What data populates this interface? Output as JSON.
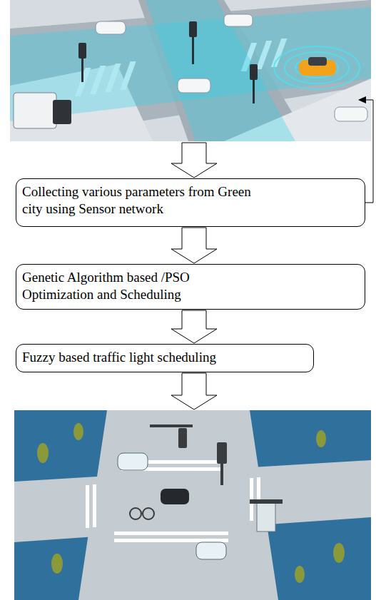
{
  "diagram": {
    "nodes": [
      {
        "text": [
          "Collecting various parameters from Green city using Sensor network"
        ]
      },
      {
        "text": [
          "Genetic Algorithm based /PSO Optimization and Scheduling"
        ]
      },
      {
        "text": [
          "Fuzzy based traffic light scheduling"
        ]
      }
    ],
    "edges": [
      {
        "from": 0,
        "to": 1,
        "arrow": "to"
      },
      {
        "from": 1,
        "to": 2,
        "arrow": "to"
      }
    ]
  }
}
